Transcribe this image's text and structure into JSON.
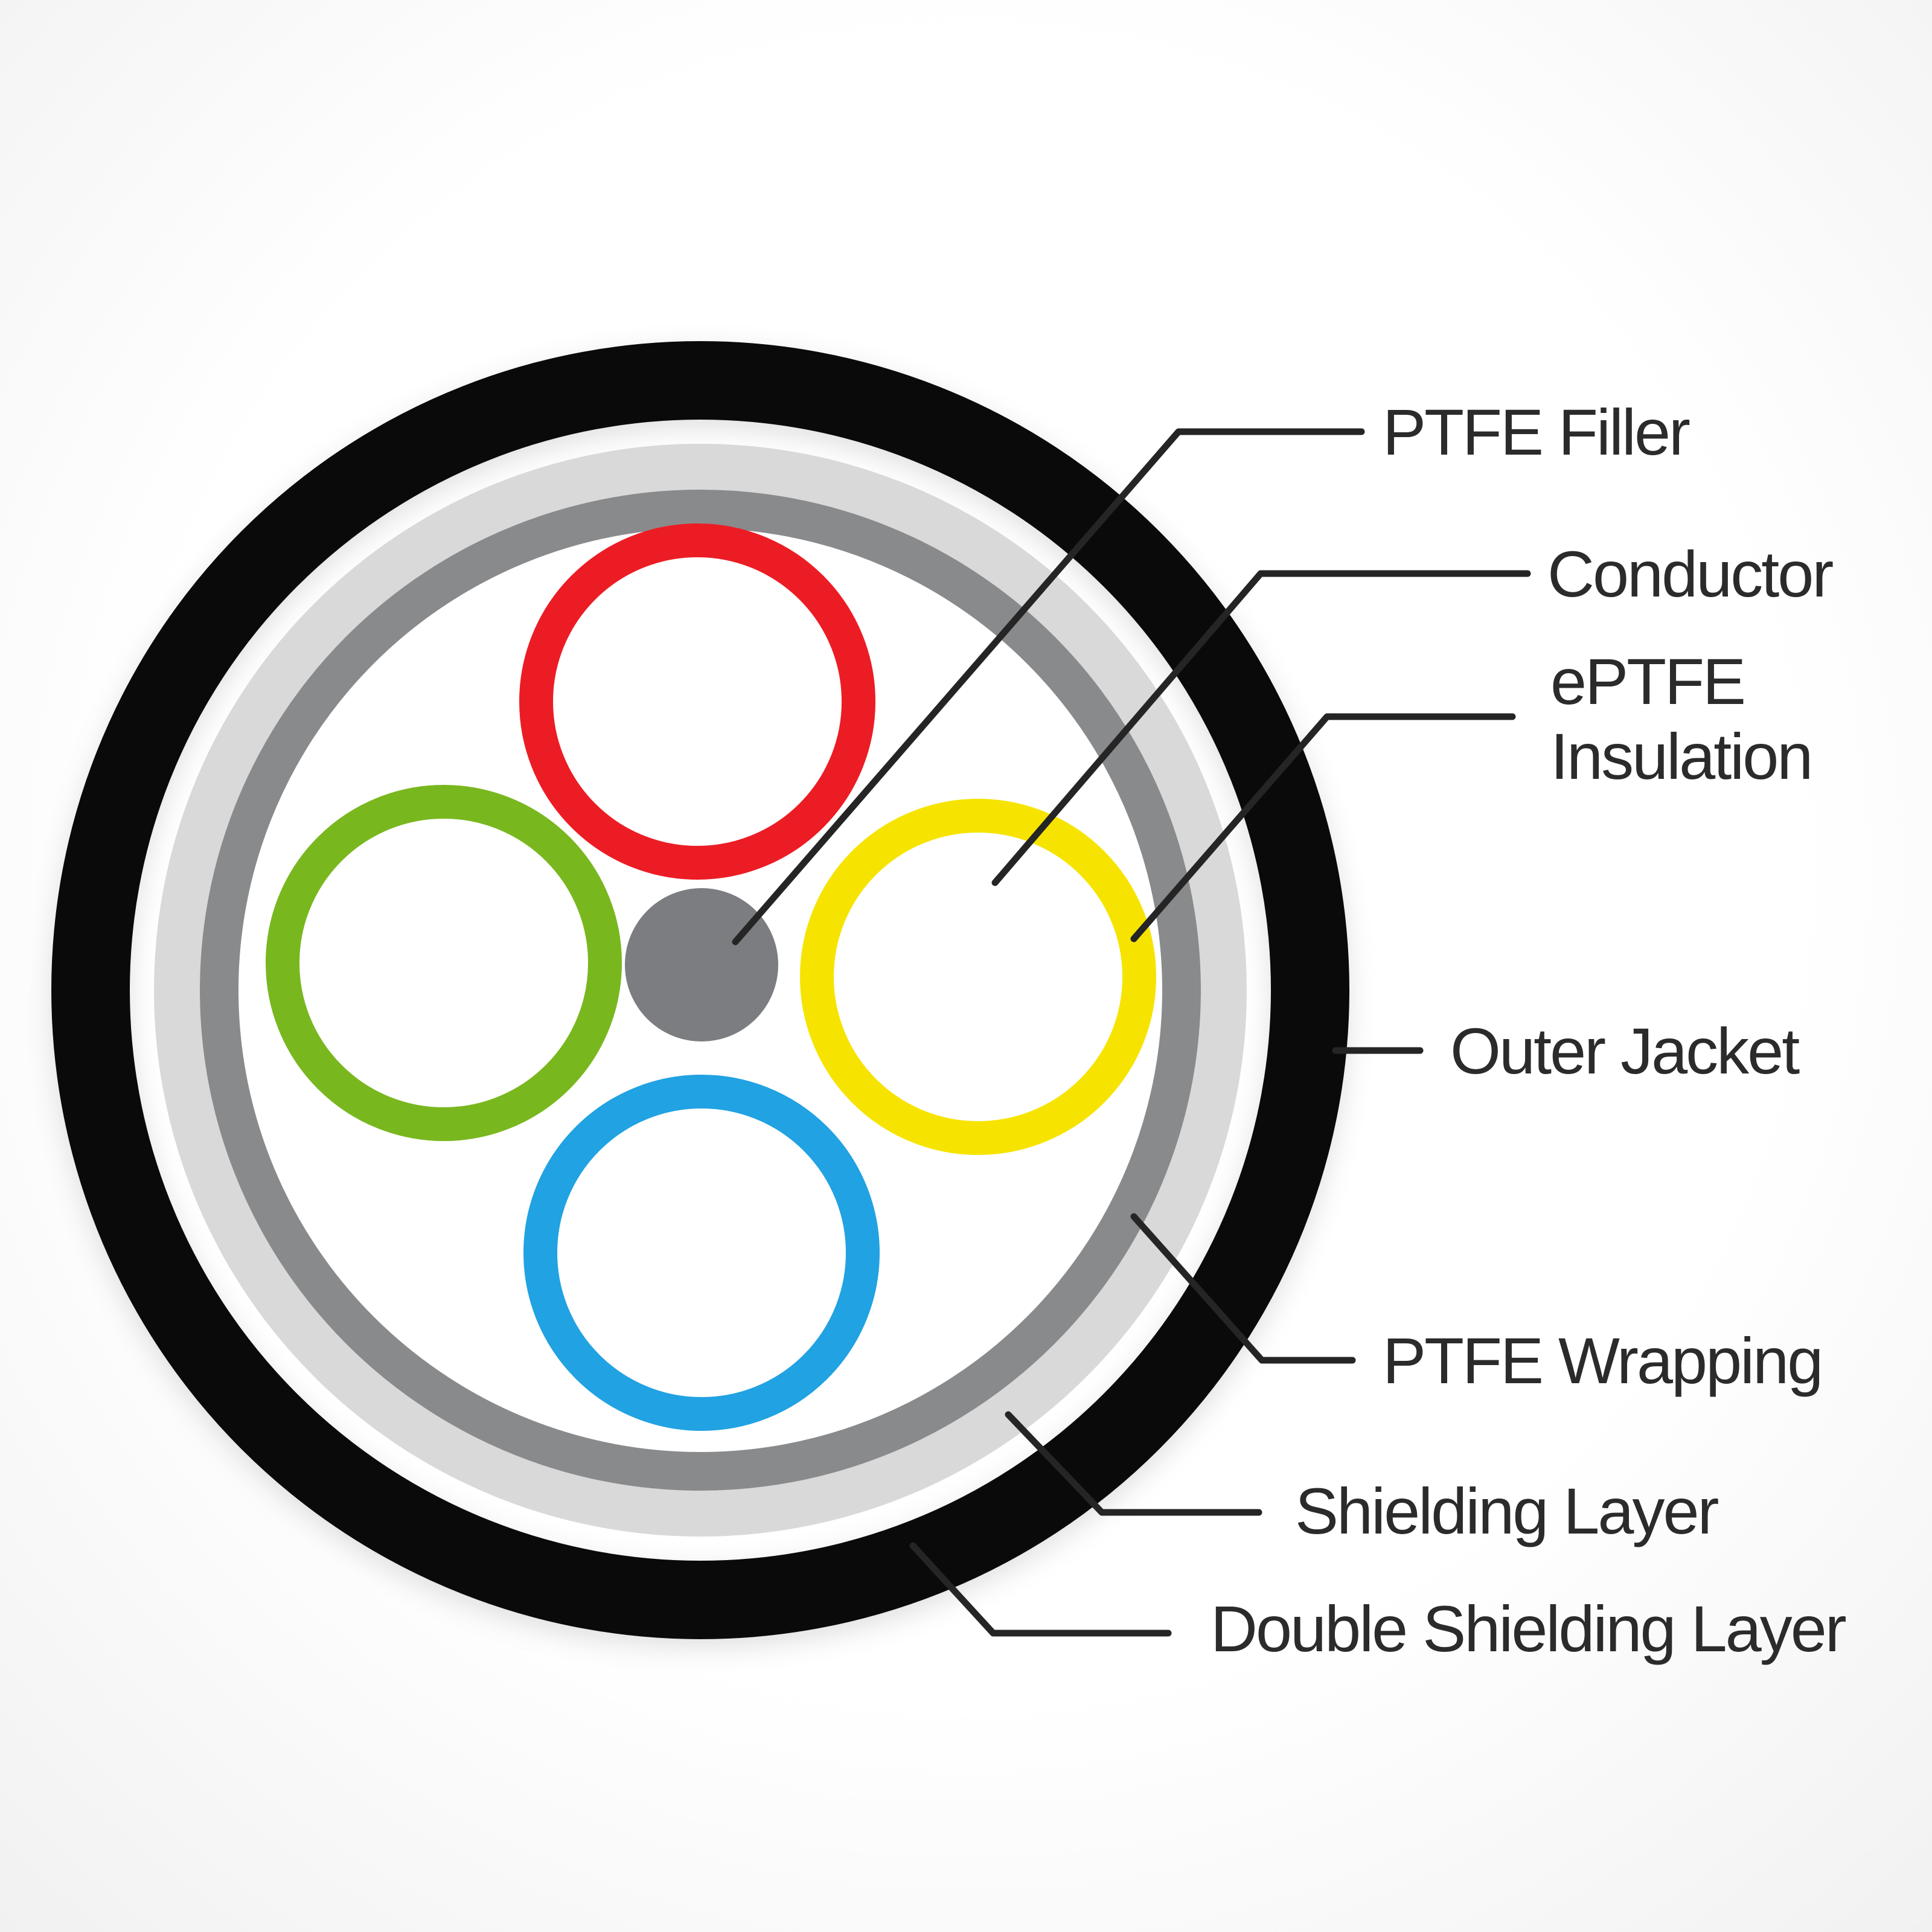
{
  "diagram": {
    "type": "cable-cross-section",
    "conductor_count": 4,
    "conductor_ring_colors": [
      "red",
      "green",
      "yellow",
      "blue"
    ]
  },
  "labels": {
    "ptfe_filler": "PTFE Filler",
    "conductor": "Conductor",
    "eptfe_line1": "ePTFE",
    "eptfe_line2": "Insulation",
    "outer_jacket": "Outer Jacket",
    "ptfe_wrapping": "PTFE Wrapping",
    "shielding_layer": "Shielding Layer",
    "double_shielding_layer": "Double Shielding Layer"
  },
  "colors": {
    "background": "#fdfdfd",
    "jacket": "#0a0a0a",
    "wrap_light_gray": "#d9d9da",
    "shield_medium_gray": "#898a8c",
    "conductor_red": "#ec1c24",
    "conductor_green": "#79b71f",
    "conductor_yellow": "#f6e400",
    "conductor_blue": "#21a2e2",
    "filler_gray": "#7b7d81",
    "leader": "#252525",
    "text": "#2b2b2b"
  },
  "layers_depicted": [
    {
      "label": "Outer Jacket",
      "visual": "thick black outer ring"
    },
    {
      "label": "Double Shielding Layer",
      "visual": "boundary just inside outer jacket"
    },
    {
      "label": "Shielding Layer",
      "visual": "light gray ring"
    },
    {
      "label": "PTFE Wrapping",
      "visual": "medium gray ring"
    },
    {
      "label": "ePTFE Insulation",
      "visual": "colored ring around each conductor"
    },
    {
      "label": "Conductor",
      "visual": "white core inside each colored ring"
    },
    {
      "label": "PTFE Filler",
      "visual": "solid gray circle at cable center"
    }
  ]
}
